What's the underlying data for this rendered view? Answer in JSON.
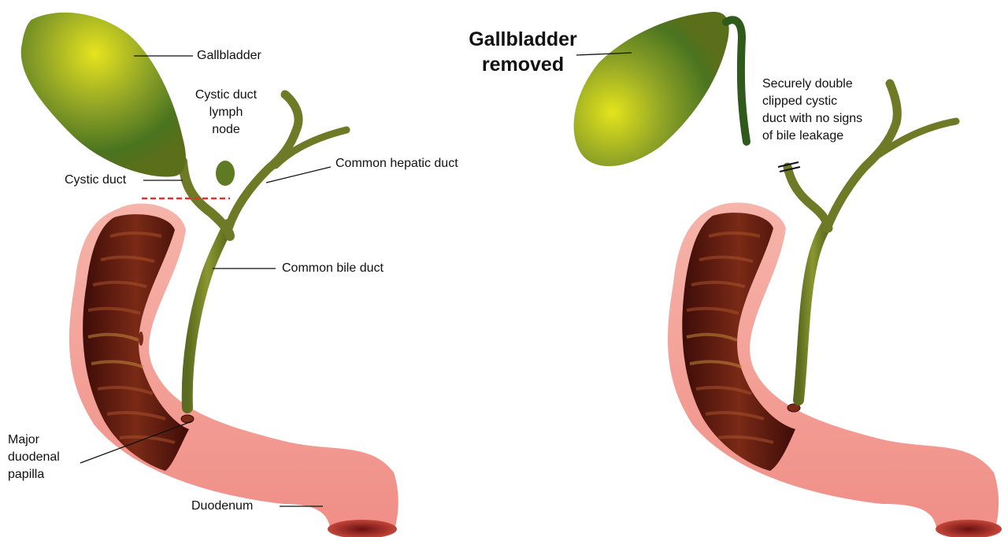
{
  "left_panel": {
    "labels": {
      "gallbladder": "Gallbladder",
      "cystic_duct_lymph_node": [
        "Cystic duct",
        "lymph",
        "node"
      ],
      "cystic_duct": "Cystic duct",
      "common_hepatic_duct": "Common hepatic duct",
      "common_bile_duct": "Common bile duct",
      "major_duodenal_papilla": [
        "Major",
        "duodenal",
        "papilla"
      ],
      "duodenum": "Duodenum"
    }
  },
  "right_panel": {
    "labels": {
      "gallbladder_removed": [
        "Gallbladder",
        "removed"
      ],
      "clipped_cystic_duct": [
        "Securely double",
        "clipped cystic",
        "duct with no signs",
        "of bile leakage"
      ]
    }
  },
  "colors": {
    "gallbladder_light": "#e4e020",
    "gallbladder_dark": "#3d6a1e",
    "duct": "#6e7a26",
    "duodenum_wall": "#f3a49a",
    "duodenum_lumen": "#5a1410",
    "cut_line": "#e53030"
  }
}
